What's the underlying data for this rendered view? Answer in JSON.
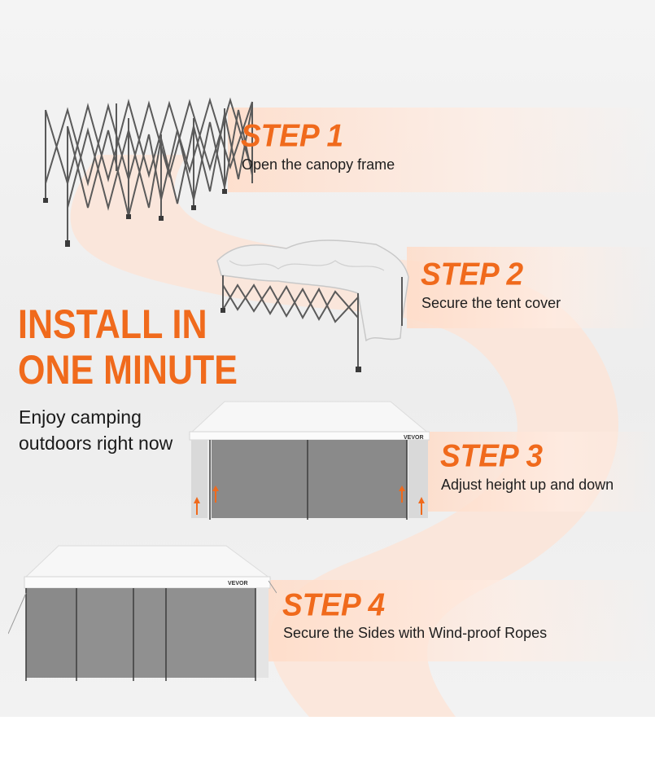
{
  "headline": {
    "line1": "INSTALL IN",
    "line2": "ONE MINUTE"
  },
  "subline": {
    "line1": "Enjoy camping",
    "line2": "outdoors right now"
  },
  "steps": [
    {
      "title": "STEP 1",
      "description": "Open the canopy frame"
    },
    {
      "title": "STEP 2",
      "description": "Secure the tent cover"
    },
    {
      "title": "STEP 3",
      "description": "Adjust height up and down"
    },
    {
      "title": "STEP 4",
      "description": "Secure the Sides with Wind-proof Ropes"
    }
  ],
  "brand": {
    "tent3_label": "VEVOR",
    "tent4_label": "VEVOR"
  },
  "colors": {
    "accent": "#f06a1c",
    "path": "#fbd9c4",
    "text": "#1e1e1e",
    "frame": "#5a5a5a",
    "canopy": "#f7f7f7",
    "wall": "#8a8a8a"
  }
}
